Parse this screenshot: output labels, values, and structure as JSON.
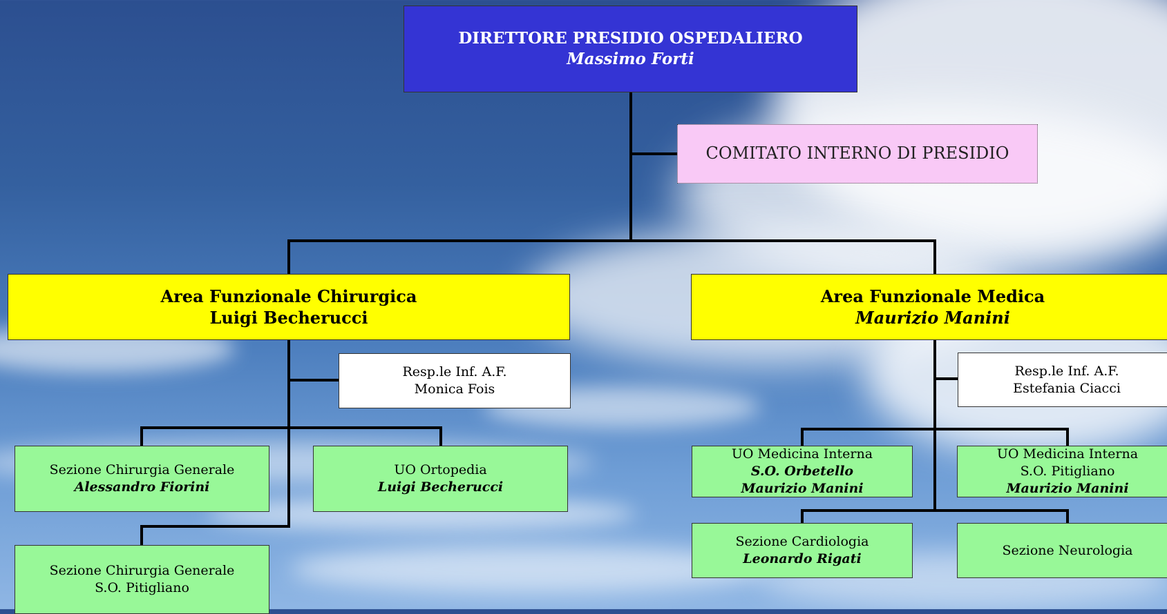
{
  "director": {
    "title": "DIRETTORE PRESIDIO OSPEDALIERO",
    "name": "Massimo Forti"
  },
  "committee": {
    "label": "COMITATO INTERNO DI  PRESIDIO"
  },
  "surgical_area": {
    "title": "Area Funzionale Chirurgica",
    "head": "Luigi Becherucci",
    "nurse": {
      "role": "Resp.le Inf. A.F.",
      "name": "Monica Fois"
    },
    "units": [
      {
        "line1": "Sezione Chirurgia Generale",
        "line2": "Alessandro Fiorini"
      },
      {
        "line1": "UO Ortopedia",
        "line2": "Luigi Becherucci"
      },
      {
        "line1": "Sezione Chirurgia Generale",
        "line2": "S.O. Pitigliano"
      }
    ]
  },
  "medical_area": {
    "title": "Area Funzionale Medica",
    "head": "Maurizio Manini",
    "nurse": {
      "role": "Resp.le Inf. A.F.",
      "name": "Estefania Ciacci"
    },
    "units": [
      {
        "line1": "UO Medicina Interna",
        "line2": "S.O. Orbetello",
        "line3": "Maurizio Manini"
      },
      {
        "line1": "UO Medicina Interna",
        "line2": "S.O. Pitigliano",
        "line3": "Maurizio Manini"
      },
      {
        "line1": "Sezione Cardiologia",
        "line2": "Leonardo Rigati"
      },
      {
        "line1": "Sezione Neurologia"
      }
    ]
  },
  "colors": {
    "director_box": "#3434d4",
    "committee_box": "#f9c9f6",
    "area_box": "#ffff00",
    "nurse_box": "#ffffff",
    "unit_box": "#98f898",
    "connector": "#000000"
  }
}
